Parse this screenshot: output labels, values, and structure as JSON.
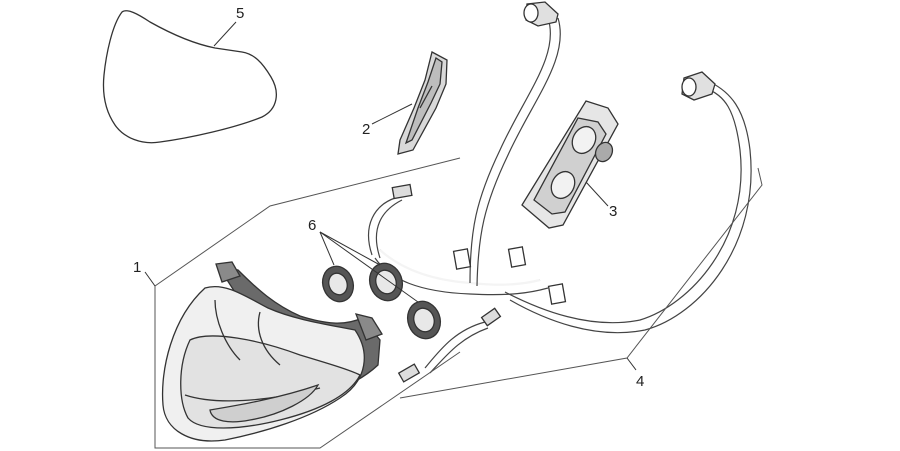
{
  "parts": [
    {
      "number": "1",
      "part": "headlight"
    },
    {
      "number": "2",
      "part": "reflector-strip"
    },
    {
      "number": "3",
      "part": "light-unit"
    },
    {
      "number": "4",
      "part": "wiring-harness"
    },
    {
      "number": "5",
      "part": "gasket"
    },
    {
      "number": "6",
      "part": "bulb-seals"
    }
  ]
}
